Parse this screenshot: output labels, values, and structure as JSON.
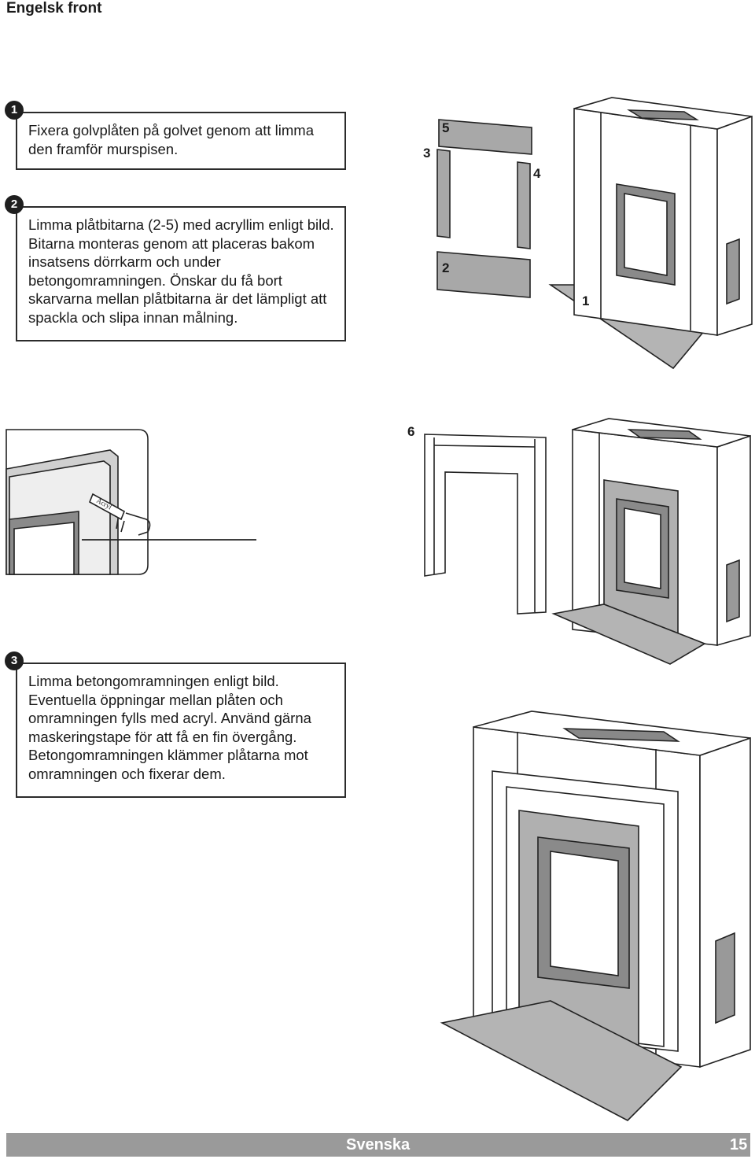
{
  "header": {
    "title": "Engelsk front"
  },
  "steps": [
    {
      "number": "1",
      "text": "Fixera golvplåten på golvet genom att limma den framför murspisen."
    },
    {
      "number": "2",
      "text": "Limma plåtbitarna (2-5) med acryllim enligt bild. Bitarna monteras genom att placeras bakom insatsens dörrkarm och under betongomramningen. Önskar du få bort skarvarna mellan plåtbitarna är det lämpligt att spackla och slipa innan målning."
    },
    {
      "number": "3",
      "text": "Limma betongomramningen enligt bild. Eventuella öppningar mellan plåten och omramningen fylls med acryl. Använd gärna maskeringstape för att få en fin övergång. Betongomramningen klämmer plåtarna mot omramningen och fixerar dem."
    }
  ],
  "figure1": {
    "labels": [
      "5",
      "3",
      "4",
      "2",
      "1"
    ]
  },
  "figure2": {
    "label": "6",
    "tube_text": "Acryl"
  },
  "footer": {
    "language": "Svenska",
    "page_number": "15"
  }
}
